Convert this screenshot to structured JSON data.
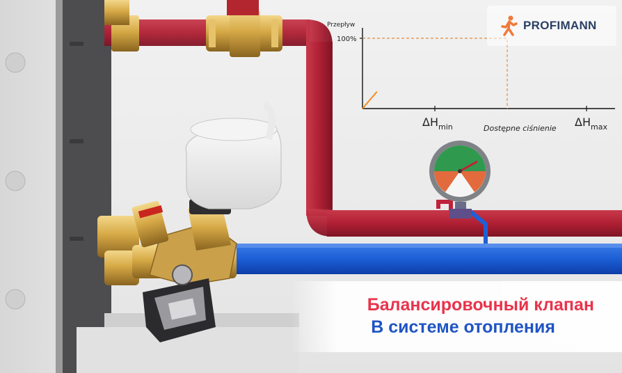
{
  "brand": {
    "name": "PROFIMANN",
    "accent": "#f07a3a",
    "text_color": "#2b3f63"
  },
  "caption": {
    "line1": "Балансировочный клапан",
    "line2": "В системе отопления",
    "line1_color": "#e9334c",
    "line2_color": "#1f54c4"
  },
  "chart_data": {
    "type": "line",
    "ylabel": "Przepływ",
    "xlabel": "Dostępne ciśnienie",
    "y_ticks": [
      "100%"
    ],
    "x_ticks": [
      {
        "base": "ΔH",
        "sub": "min"
      },
      {
        "base": "ΔH",
        "sub": "max"
      }
    ],
    "series": [
      {
        "values": [
          [
            0,
            0
          ],
          [
            0.1,
            0.24
          ]
        ],
        "color": "#f28c1e"
      }
    ],
    "reference_lines": [
      {
        "x": 1.0,
        "y": 1.0,
        "style": "dashed",
        "color": "#e29a5a"
      }
    ],
    "xlim": [
      0,
      2
    ],
    "ylim": [
      0,
      1
    ]
  },
  "icons": [
    "profimann-logo-icon",
    "pressure-gauge-icon",
    "balancing-valve-icon",
    "ball-valve-icon",
    "actuator-icon"
  ]
}
